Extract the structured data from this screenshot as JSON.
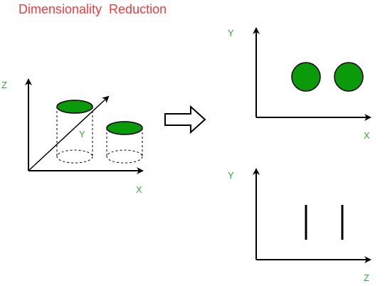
{
  "title": "Dimensionality  Reduction",
  "diagram_3d": {
    "axis_z_label": "Z",
    "axis_y_label": "Y",
    "axis_x_label": "X"
  },
  "diagram_xy": {
    "axis_y_label": "Y",
    "axis_x_label": "X"
  },
  "diagram_yz": {
    "axis_y_label": "Y",
    "axis_z_label": "Z"
  },
  "colors": {
    "title": "#f03c3c",
    "axis_label": "#33aa33",
    "disc_fill": "#0a9a0a",
    "stroke": "#000000"
  }
}
